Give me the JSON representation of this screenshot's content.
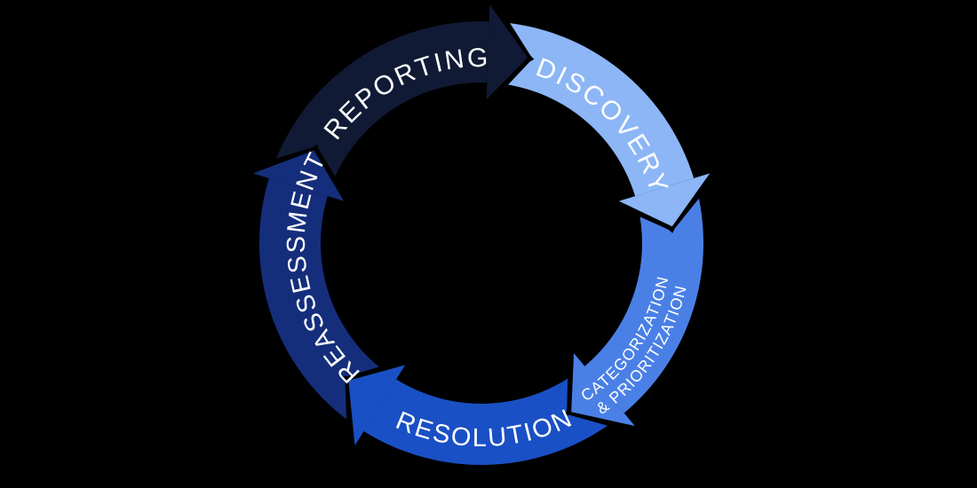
{
  "background": "#000000",
  "diagram": {
    "type": "cycle",
    "direction": "clockwise",
    "label_color": "#ffffff",
    "segments": [
      {
        "id": "reporting",
        "label": "REPORTING",
        "color": "#101a34"
      },
      {
        "id": "discovery",
        "label": "DISCOVERY",
        "color": "#8cb6f6"
      },
      {
        "id": "categorization-prioritization",
        "label": "CATEGORIZATION & PRIORITIZATION",
        "label_lines": [
          "CATEGORIZATION",
          "& PRIORITIZATION"
        ],
        "color": "#4a80e6"
      },
      {
        "id": "resolution",
        "label": "RESOLUTION",
        "color": "#1a50c5"
      },
      {
        "id": "reassessment",
        "label": "REASSESSMENT",
        "color": "#152e7c"
      }
    ]
  }
}
